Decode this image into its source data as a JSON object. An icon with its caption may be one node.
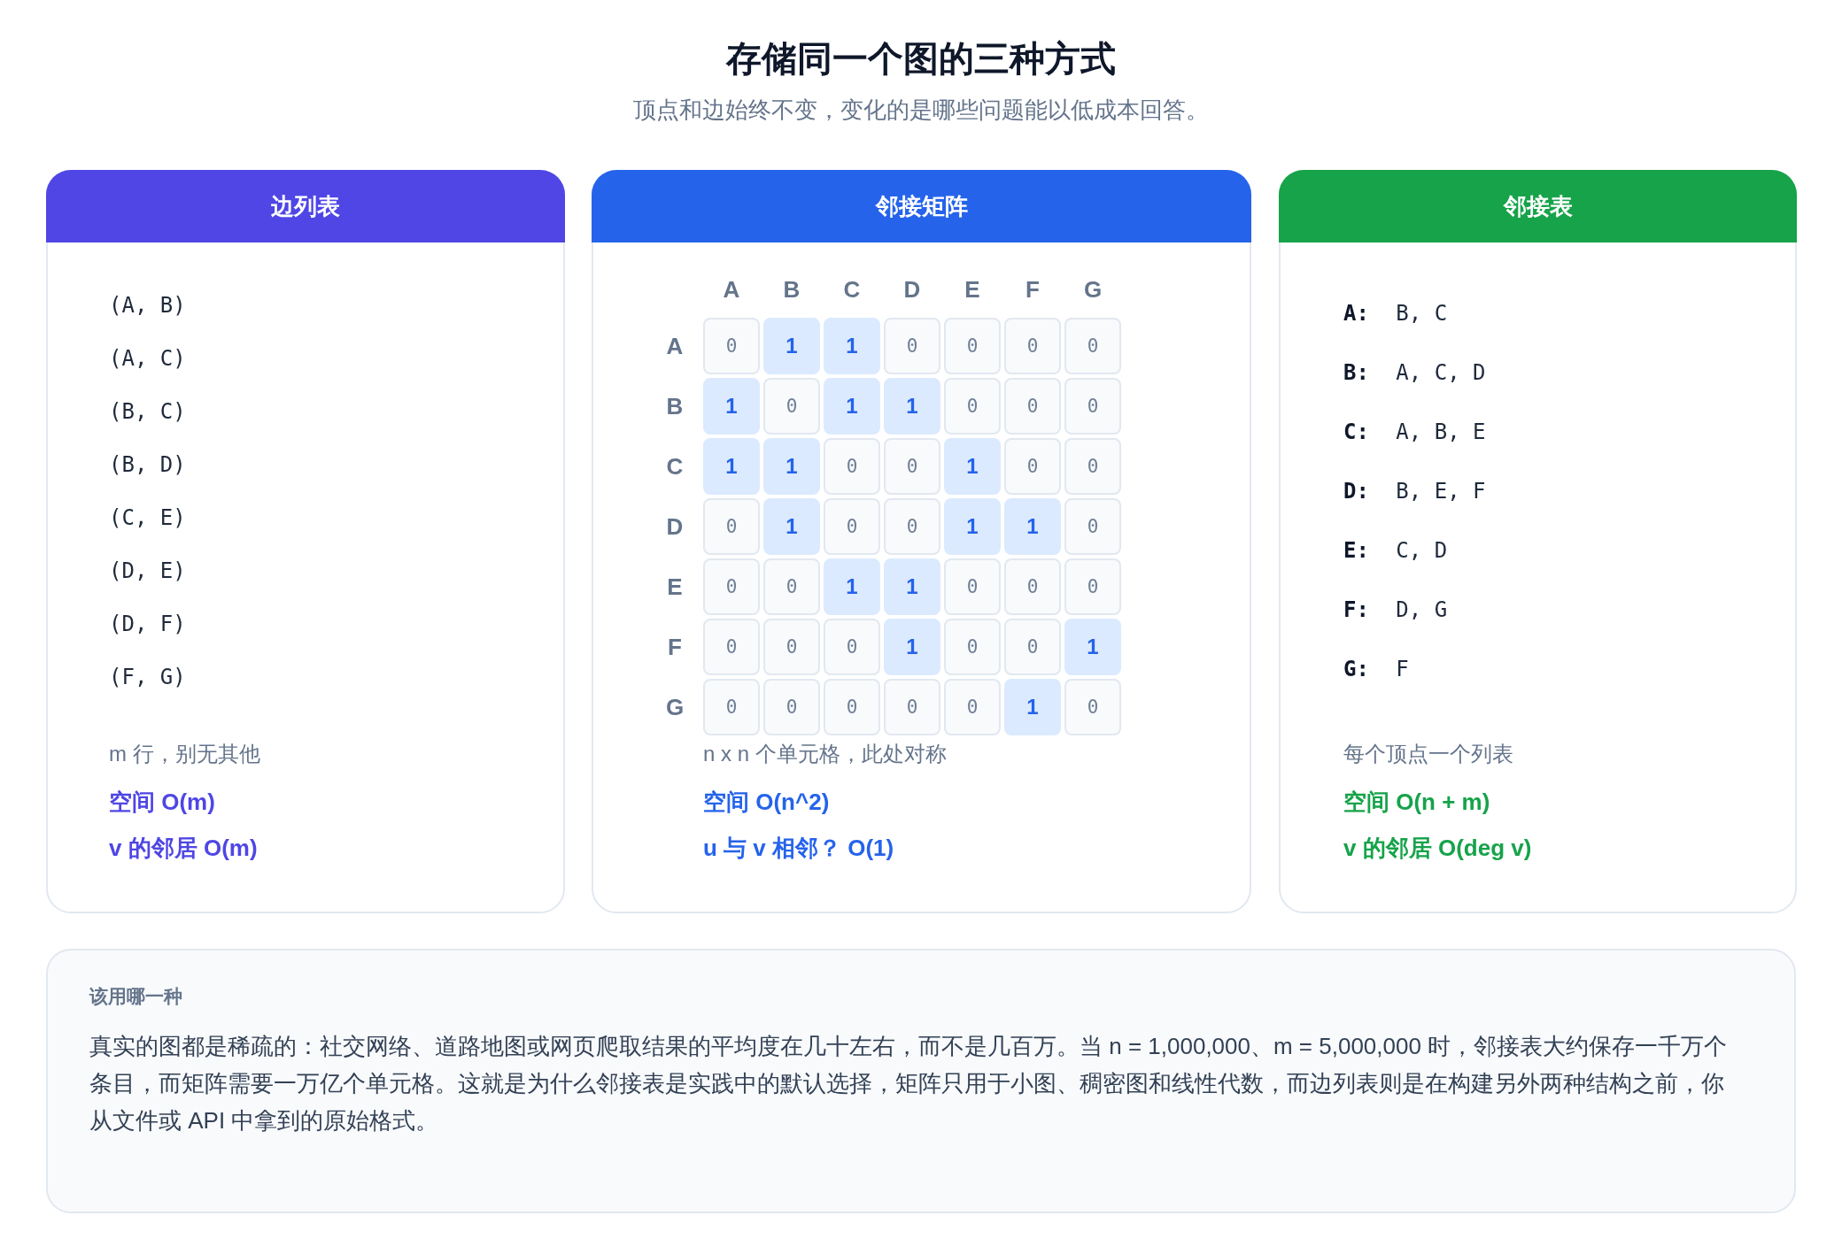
{
  "diagram": {
    "title": "存储同一个图的三种方式",
    "caption": "顶点和边始终不变，变化的是哪些问题能以低成本回答。",
    "nodes": [
      {
        "text": [
          "边列表",
          "(A, B)",
          "(A, C)",
          "(B, C)",
          "(B, D)",
          "(C, E)",
          "(D, E)",
          "(D, F)",
          "(F, G)",
          "m 行，别无其他",
          "空间 O(m)",
          "v 的邻居 O(m)"
        ]
      },
      {
        "text": [
          "邻接矩阵",
          "n x n 个单元格，此处对称",
          "空间 O(n^2)",
          "u 与 v 相邻？ O(1)"
        ]
      },
      {
        "text": [
          "邻接表",
          "**A:** B, C",
          "**B:** A, C, D",
          "**C:** A, B, E",
          "**D:** B, E, F",
          "**E:** C, D",
          "**F:** D, G",
          "**G:** F",
          "每个顶点一个列表",
          "空间 O(n + m)",
          "v 的邻居 O(deg v)"
        ]
      },
      {
        "text": [
          "该用哪一种",
          "真实的图都是稀疏的：社交网络、道路地图或网页爬取结果的平均度在几十左右，而不是几百万。当 n = 1,000,000、m = 5,000,000 时，邻接表大约保存一千万个条目，而矩阵需要一万亿个单元格。这就是为什么邻接表是实践中的默认选择，矩阵只用于小图、稠密图和线性代数，而边列表则是在构建另外两种结构之前，你从文件或 API 中拿到的原始格式。"
        ]
      }
    ],
    "labels": [
      "A",
      "B",
      "C",
      "D",
      "E",
      "F",
      "G",
      "A",
      "0",
      "1",
      "1",
      "0",
      "0",
      "0",
      "0",
      "B",
      "1",
      "0",
      "1",
      "1",
      "0",
      "0",
      "0",
      "C",
      "1",
      "1",
      "0",
      "0",
      "1",
      "0",
      "0",
      "D",
      "0",
      "1",
      "0",
      "0",
      "1",
      "1",
      "0",
      "E",
      "0",
      "0",
      "1",
      "1",
      "0",
      "0",
      "0",
      "F",
      "0",
      "0",
      "0",
      "1",
      "0",
      "0",
      "1",
      "G",
      "0",
      "0",
      "0",
      "0",
      "0",
      "1",
      "0"
    ]
  }
}
